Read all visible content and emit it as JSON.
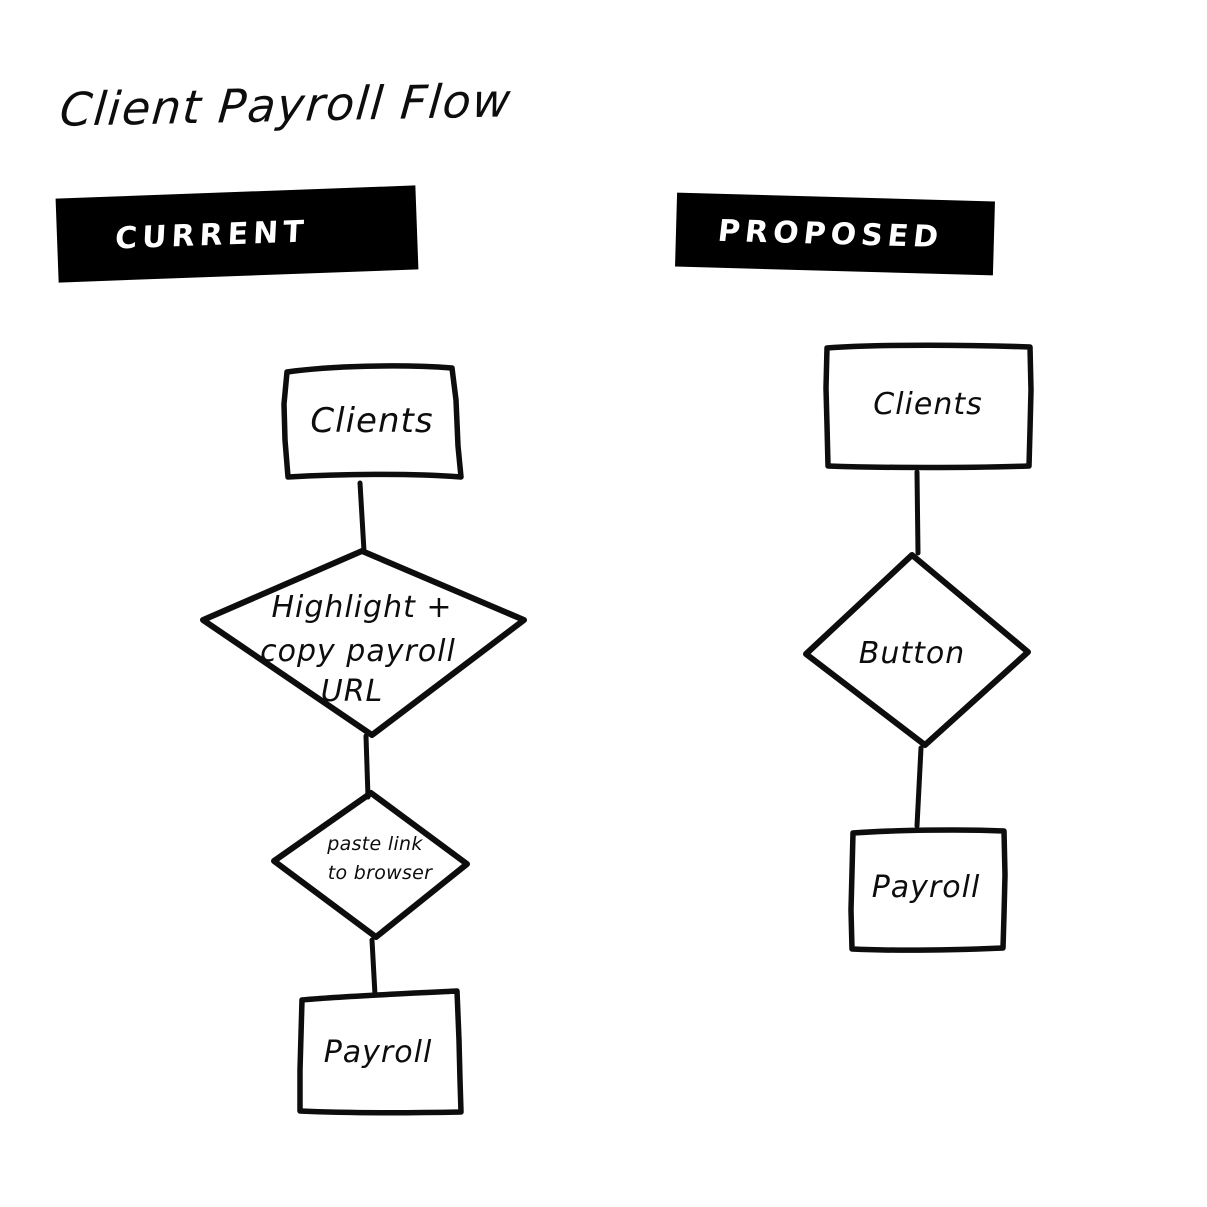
{
  "canvas": {
    "background": "#ffffff",
    "ink": "#0d0d0d"
  },
  "title": "Client Payroll Flow",
  "columns": [
    {
      "id": "current",
      "badge_label": "CURRENT",
      "badge_bg": "#000000",
      "badge_text_color": "#ffffff",
      "nodes": [
        {
          "id": "current-clients",
          "shape": "rectangle",
          "label": "Clients"
        },
        {
          "id": "current-highlight-copy",
          "shape": "diamond",
          "label": "Highlight + copy payroll URL",
          "lines": [
            "Highlight +",
            "copy payroll",
            "URL"
          ]
        },
        {
          "id": "current-paste-link",
          "shape": "diamond",
          "label": "paste link to browser",
          "lines": [
            "paste link",
            "to browser"
          ]
        },
        {
          "id": "current-payroll",
          "shape": "rectangle",
          "label": "Payroll"
        }
      ],
      "connector_count": 3
    },
    {
      "id": "proposed",
      "badge_label": "PROPOSED",
      "badge_bg": "#000000",
      "badge_text_color": "#ffffff",
      "nodes": [
        {
          "id": "proposed-clients",
          "shape": "rectangle",
          "label": "Clients"
        },
        {
          "id": "proposed-button",
          "shape": "diamond",
          "label": "Button",
          "lines": [
            "Button"
          ]
        },
        {
          "id": "proposed-payroll",
          "shape": "rectangle",
          "label": "Payroll"
        }
      ],
      "connector_count": 2
    }
  ]
}
